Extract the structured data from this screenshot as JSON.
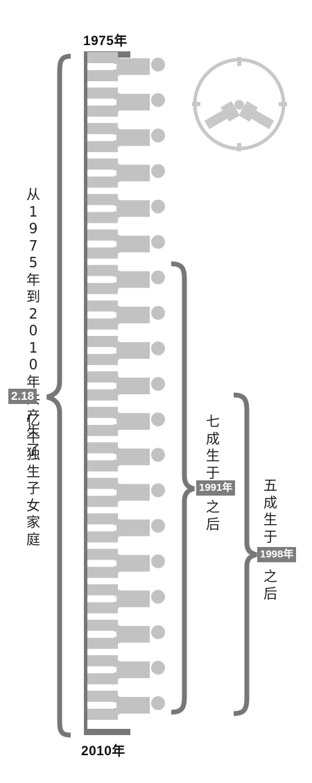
{
  "header": {
    "start_year": "1975年"
  },
  "footer": {
    "end_year": "2010年"
  },
  "left_note": {
    "line1": "从1975年到2010年共产生了",
    "highlight": "2.18",
    "line2": "亿个独生子女家庭"
  },
  "middle_note": {
    "line1": "七成生于",
    "highlight": "1991年",
    "line2": "之后"
  },
  "right_note": {
    "line1": "五成生于",
    "highlight": "1998年",
    "line2": "之后"
  },
  "figure_count": 19,
  "colors": {
    "figure": "#c2c2c2",
    "bracket": "#777777",
    "badge": "#7d7d7d",
    "clock": "#c8c8c8"
  },
  "icons": [
    "person-figure-icon",
    "clock-couple-icon"
  ]
}
